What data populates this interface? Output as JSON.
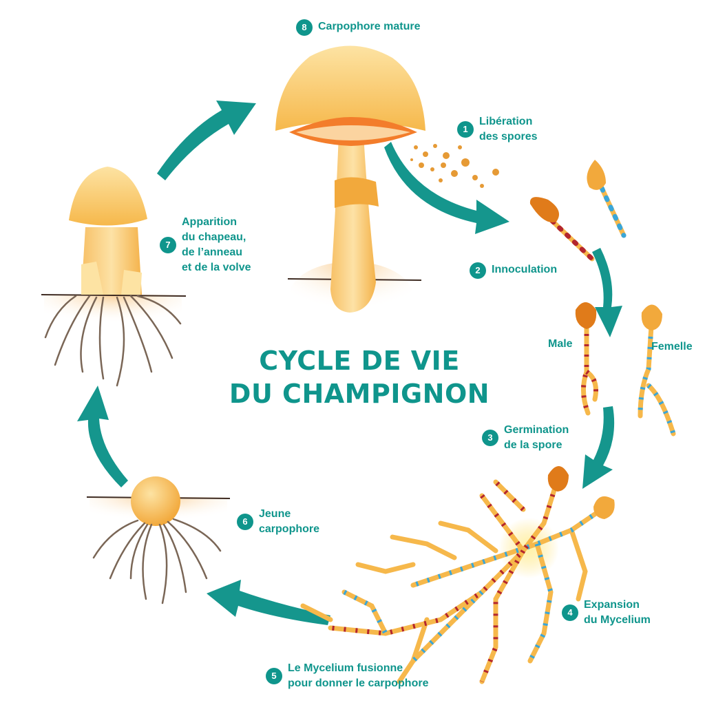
{
  "title": {
    "line1": "CYCLE DE VIE",
    "line2": "DU CHAMPIGNON"
  },
  "colors": {
    "accent": "#0f958c",
    "mushroom": "#f6b84b",
    "mushroom_light": "#fde3a3",
    "gill": "#f37d2b",
    "spore": "#e07b1a",
    "root": "#6e5a4a",
    "male_dot": "#b3262e",
    "female_dot": "#3aa6d8"
  },
  "steps": [
    {
      "number": "1",
      "lines": [
        "Libération",
        "des spores"
      ]
    },
    {
      "number": "2",
      "lines": [
        "Innoculation"
      ]
    },
    {
      "number": "3",
      "lines": [
        "Germination",
        "de la spore"
      ]
    },
    {
      "number": "4",
      "lines": [
        "Expansion",
        "du Mycelium"
      ]
    },
    {
      "number": "5",
      "lines": [
        "Le Mycelium fusionne",
        "pour donner le carpophore"
      ]
    },
    {
      "number": "6",
      "lines": [
        "Jeune",
        "carpophore"
      ]
    },
    {
      "number": "7",
      "lines": [
        "Apparition",
        "du chapeau,",
        "de l’anneau",
        "et de la volve"
      ]
    },
    {
      "number": "8",
      "lines": [
        "Carpophore mature"
      ]
    }
  ],
  "labels": {
    "male": "Male",
    "female": "Femelle"
  }
}
